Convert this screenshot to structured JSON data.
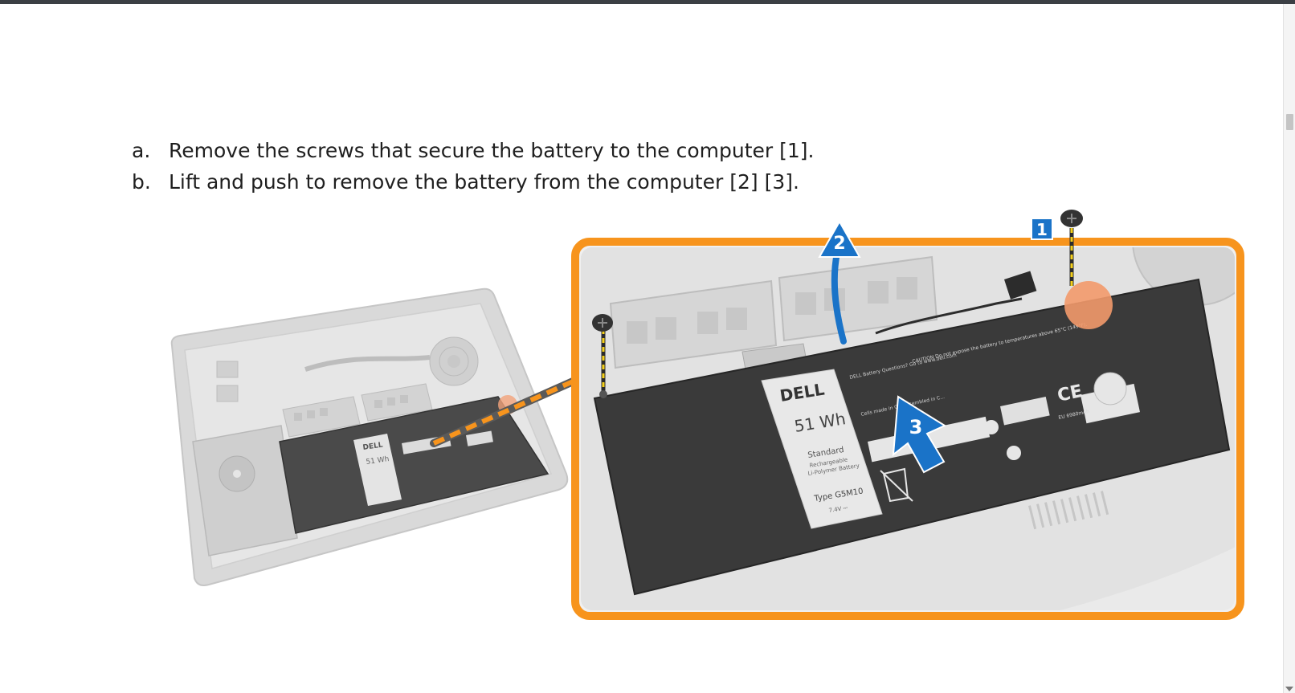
{
  "steps": [
    {
      "letter": "a.",
      "text": "Remove the screws that secure the battery to the computer [1]."
    },
    {
      "letter": "b.",
      "text": "Lift and push to remove the battery from the computer [2] [3]."
    }
  ],
  "figure": {
    "callouts": {
      "one": "1",
      "two": "2",
      "three": "3"
    },
    "battery_label": {
      "brand": "DELL",
      "capacity": "51 Wh",
      "standard": "Standard",
      "rechargeable": "Rechargeable",
      "chemistry": "Li-Polymer Battery",
      "type": "Type G5M10",
      "voltage": "7.4V ⎓",
      "questions": "DELL Battery Questions? Go to www.dell.com",
      "made_in": "Cells made in C... Assembled in C...",
      "caution": "CAUTION Do not expose the battery to temperatures above 65°C (149°F).",
      "capacity_small": "EU 6980mAh"
    },
    "colors": {
      "accent_orange": "#f7941d",
      "callout_blue": "#1a73c8",
      "battery_dark": "#3a3a3a"
    }
  }
}
